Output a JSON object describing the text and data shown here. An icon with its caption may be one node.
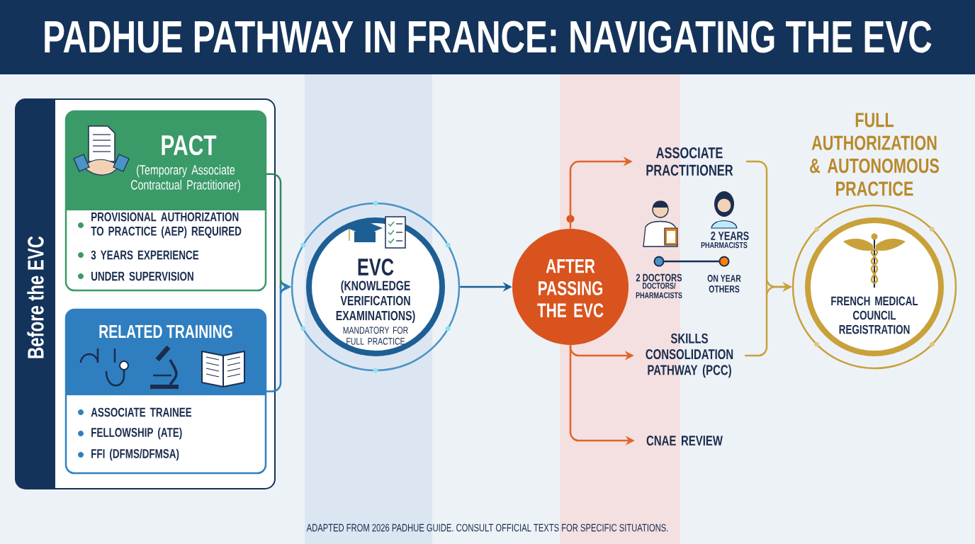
{
  "diagram": {
    "title": "PADHUE PATHWAY IN FRANCE: NAVIGATING THE EVC",
    "caption": "ADAPTED FROM 2026 PADHUE GUIDE. CONSULT OFFICIAL TEXTS FOR SPECIFIC SITUATIONS.",
    "nodes": [
      {
        "text": [
          "Before the EVC"
        ]
      },
      {
        "text": [
          "PACT",
          "(Temporary Associate Contractual Practitioner)",
          "PROVISIONAL AUTHORIZATION TO PRACTICE (AEP) REQUIRED",
          "3 YEARS EXPERIENCE",
          "UNDER SUPERVISION"
        ],
        "in": 0
      },
      {
        "text": [
          "RELATED TRAINING",
          "ASSOCIATE TRAINEE",
          "FELLOWSHIP (ATE)",
          "FFI (DFMS/DFMSA)"
        ],
        "in": 0
      },
      {
        "text": [
          "EVC",
          "(KNOWLEDGE VERIFICATION EXAMINATIONS)",
          "MANDATORY FOR FULL PRACTICE"
        ]
      },
      {
        "text": [
          "AFTER PASSING THE EVC"
        ]
      },
      {
        "text": [
          "ASSOCIATE PRACTITIONER"
        ]
      },
      {
        "text": [
          "SKILLS CONSOLIDATION PATHWAY (PCC)"
        ]
      },
      {
        "text": [
          "CNAE REVIEW"
        ]
      },
      {
        "text": [
          "FULL AUTHORIZATION & AUTONOMOUS PRACTICE",
          "FRENCH MEDICAL COUNCIL REGISTRATION"
        ]
      }
    ],
    "edges": [
      {
        "from": 1,
        "to": 3,
        "arrow": "to",
        "color": "#2e8b57"
      },
      {
        "from": 2,
        "to": 3,
        "arrow": "to",
        "color": "#2f7fc0"
      },
      {
        "from": 3,
        "to": 4,
        "arrow": "to",
        "color": "#1d5f95"
      },
      {
        "from": 4,
        "to": 5,
        "arrow": "to",
        "color": "#e0642a"
      },
      {
        "from": 4,
        "to": 6,
        "arrow": "to",
        "color": "#e0642a"
      },
      {
        "from": 4,
        "to": 7,
        "arrow": "to",
        "color": "#e0642a"
      },
      {
        "from": 5,
        "to": 8,
        "arrow": "to",
        "color": "#c9a13a"
      },
      {
        "from": 6,
        "to": 8,
        "arrow": "to",
        "color": "#c9a13a"
      }
    ],
    "labels": [
      "2 YEARS",
      "PHARMACISTS",
      "2 DOCTORS",
      "DOCTORS/ PHARMACISTS",
      "ON YEAR",
      "OTHERS"
    ]
  }
}
